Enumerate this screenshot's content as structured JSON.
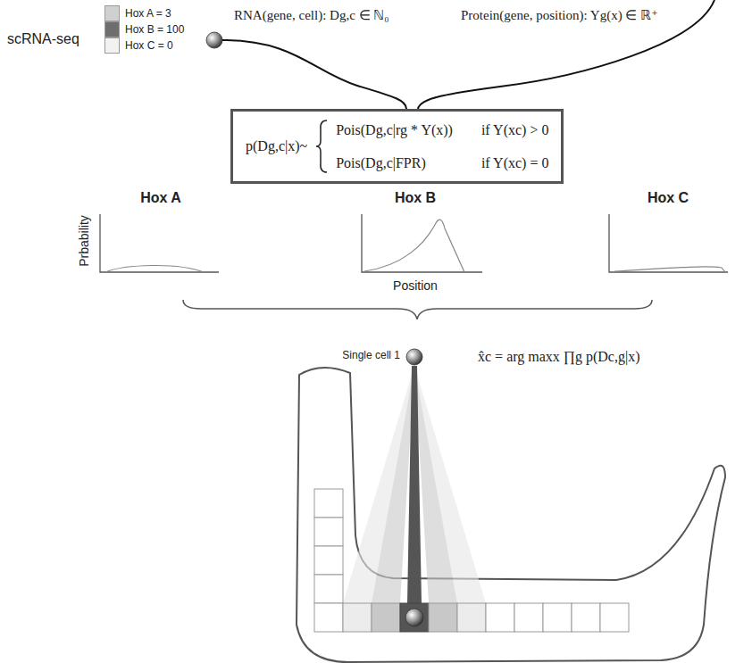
{
  "diagram": {
    "nodes": [
      {
        "text": [
          "p(Dg,c|x)~",
          "Pois(Dg,c|rg * Y(x))",
          "if Y(xc) > 0",
          "Pois(Dg,c|FPR)",
          "if Y(xc) = 0"
        ]
      }
    ],
    "labels": [
      "scRNA-seq",
      "RNA(gene, cell): Dg,c ∈ ℕ₀",
      "Protein(gene, position): Yg(x) ∈ ℝ⁺",
      "Hox A",
      "Hox B",
      "Hox C",
      "Prbability",
      "Position",
      "Single cell 1",
      "x̂c = arg maxx ∏g p(Dc,g|x)"
    ],
    "legend": [
      {
        "text": "Hox A = 3",
        "color": "#d0d0d0"
      },
      {
        "text": "Hox B = 100",
        "color": "#6e6e6e"
      },
      {
        "text": "Hox C = 0",
        "color": "#f2f2f2"
      }
    ]
  }
}
